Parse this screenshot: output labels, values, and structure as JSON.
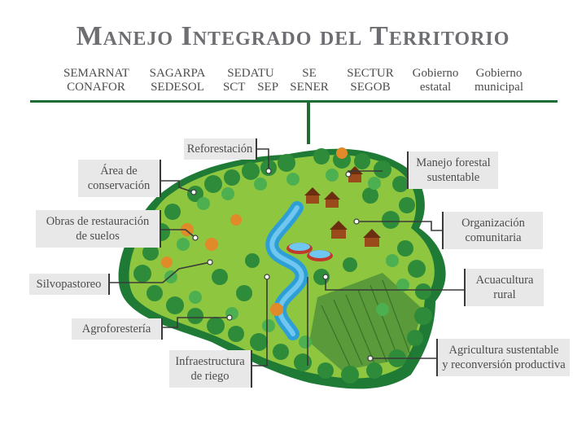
{
  "title": "Manejo Integrado del Territorio",
  "agencies": [
    {
      "line1": "SEMARNAT",
      "line2": "CONAFOR"
    },
    {
      "line1": "SAGARPA",
      "line2": "SEDESOL"
    },
    {
      "line1": "SEDATU",
      "line2": "SCT    SEP"
    },
    {
      "line1": "SE",
      "line2": "SENER"
    },
    {
      "line1": "SECTUR",
      "line2": "SEGOB"
    },
    {
      "line1": "Gobierno",
      "line2": "estatal"
    },
    {
      "line1": "Gobierno",
      "line2": "municipal"
    }
  ],
  "labels": {
    "reforestacion": "Reforestación",
    "area_conservacion_1": "Área de",
    "area_conservacion_2": "conservación",
    "obras_1": "Obras de restauración",
    "obras_2": "de suelos",
    "silvopastoreo": "Silvopastoreo",
    "agroforesteria": "Agroforestería",
    "infra_1": "Infraestructura",
    "infra_2": "de riego",
    "manejo_1": "Manejo forestal",
    "manejo_2": "sustentable",
    "org_1": "Organización",
    "org_2": "comunitaria",
    "acua_1": "Acuacultura",
    "acua_2": "rural",
    "agri_1": "Agricultura sustentable",
    "agri_2": "y reconversión productiva"
  },
  "colors": {
    "accent_green": "#1f6b34",
    "label_bg": "#e8e8e9",
    "text": "#4d4d4f",
    "title": "#6d6e71"
  }
}
